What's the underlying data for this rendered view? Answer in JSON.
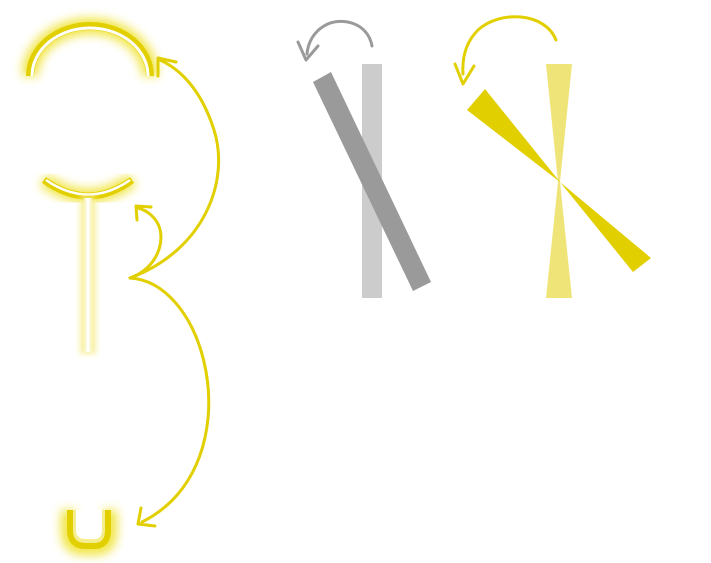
{
  "colors": {
    "background": "#ffffff",
    "accent_yellow": "#e2cf00",
    "glow_yellow": "#f3ea5a",
    "pale_yellow": "#efe478",
    "stem_pale": "#fbf6c8",
    "gray_dark": "#9a9a9a",
    "gray_light": "#cccccc"
  },
  "icons": [
    "glowing-arc-shape",
    "curved-arrow",
    "gray-bar-rotation",
    "yellow-wedge-rotation"
  ]
}
